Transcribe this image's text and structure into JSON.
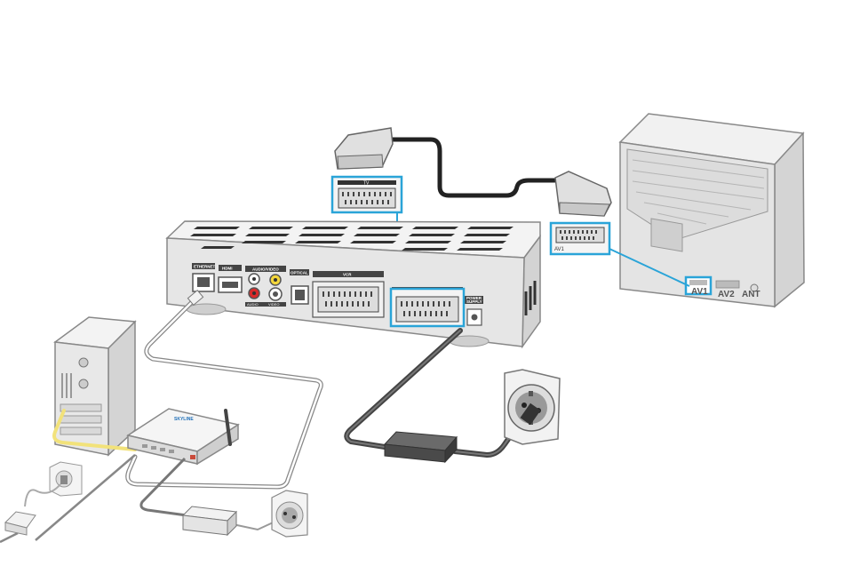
{
  "stb": {
    "ports": {
      "ethernet": "ETHERNET",
      "hdmi": "HDMI",
      "audio_video": "AUDIO/VIDEO",
      "audio": "AUDIO",
      "video": "VIDEO",
      "optical": "OPTICAL",
      "vcr": "VCR",
      "tv": "TV",
      "power": "POWER",
      "power_sub": "SUPPLY"
    }
  },
  "scart_plug_label": "TV",
  "tv_scart_label": "AV1",
  "tv": {
    "inputs": {
      "av1": "AV1",
      "av2": "AV2",
      "ant": "ANT"
    }
  },
  "router": {
    "brand": "SKYLINE"
  },
  "colors": {
    "highlight": "#2aa4d8",
    "device": "#e6e6e6",
    "device_dark": "#9a9a9a",
    "cable": "#4a4a4a",
    "cable_yellow": "#f2e27a"
  },
  "icons": [
    "scart-plug",
    "scart-socket",
    "power-outlet",
    "power-adapter"
  ]
}
